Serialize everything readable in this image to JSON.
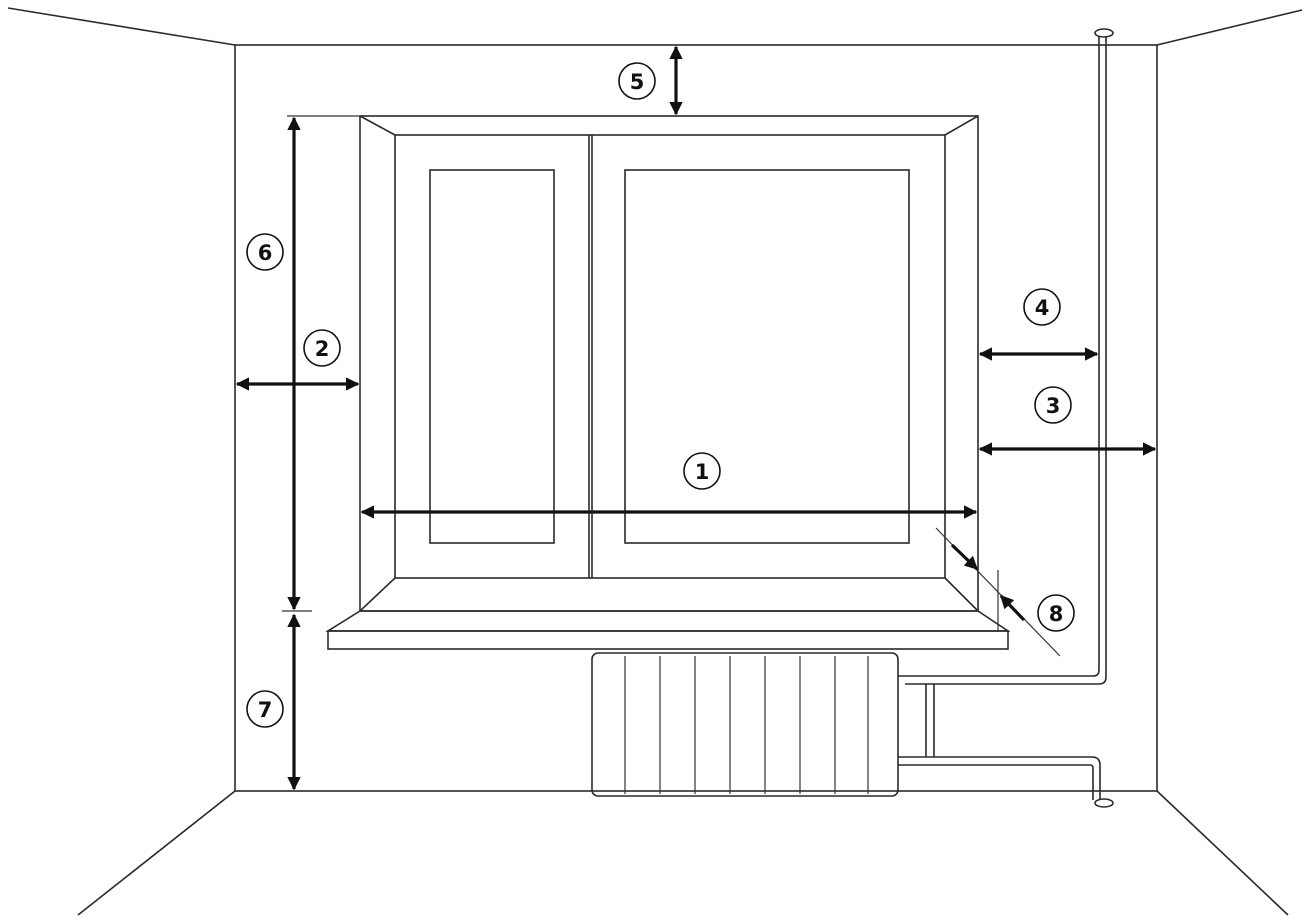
{
  "labels": {
    "1": "1",
    "2": "2",
    "3": "3",
    "4": "4",
    "5": "5",
    "6": "6",
    "7": "7",
    "8": "8"
  }
}
